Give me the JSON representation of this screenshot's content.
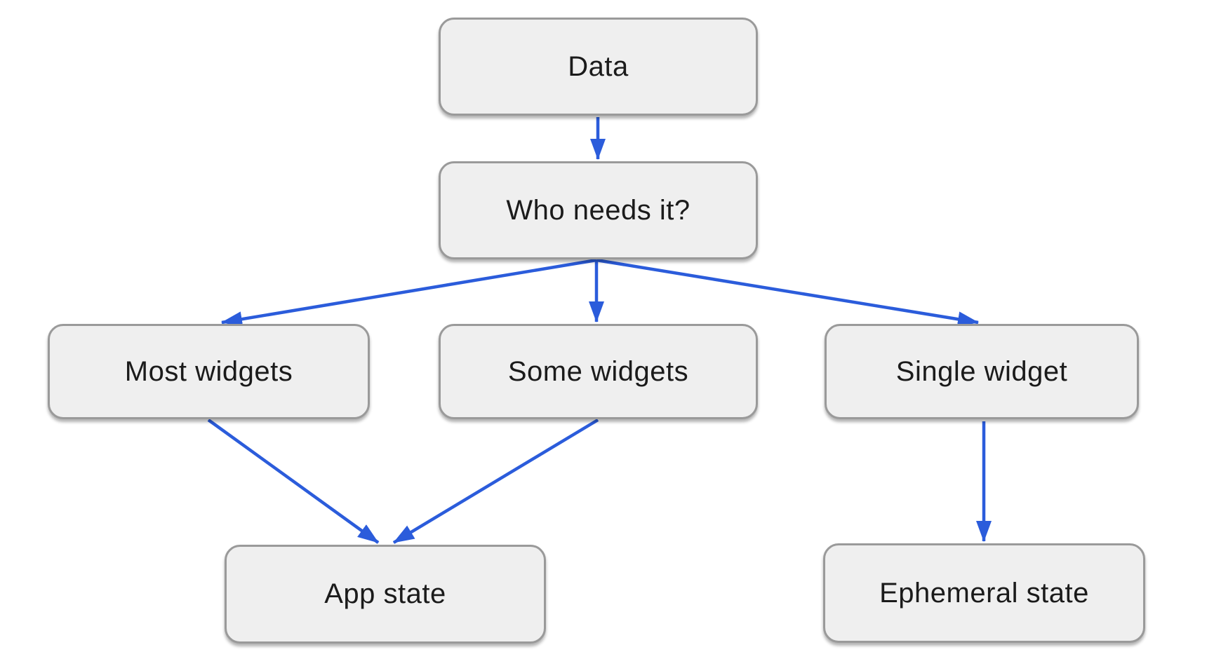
{
  "diagram": {
    "type": "flowchart",
    "background": "#ffffff",
    "nodes": {
      "data": {
        "label": "Data"
      },
      "who": {
        "label": "Who needs it?"
      },
      "most": {
        "label": "Most widgets"
      },
      "some": {
        "label": "Some widgets"
      },
      "single": {
        "label": "Single widget"
      },
      "app": {
        "label": "App state"
      },
      "ephemeral": {
        "label": "Ephemeral state"
      }
    },
    "edges": [
      {
        "from": "data",
        "to": "who"
      },
      {
        "from": "who",
        "to": "most"
      },
      {
        "from": "who",
        "to": "some"
      },
      {
        "from": "who",
        "to": "single"
      },
      {
        "from": "most",
        "to": "app"
      },
      {
        "from": "some",
        "to": "app"
      },
      {
        "from": "single",
        "to": "ephemeral"
      }
    ],
    "colors": {
      "arrow": "#2b5cdb",
      "node_fill": "#efefef",
      "node_border": "#9a9a9a",
      "text": "#1b1b1b"
    }
  }
}
